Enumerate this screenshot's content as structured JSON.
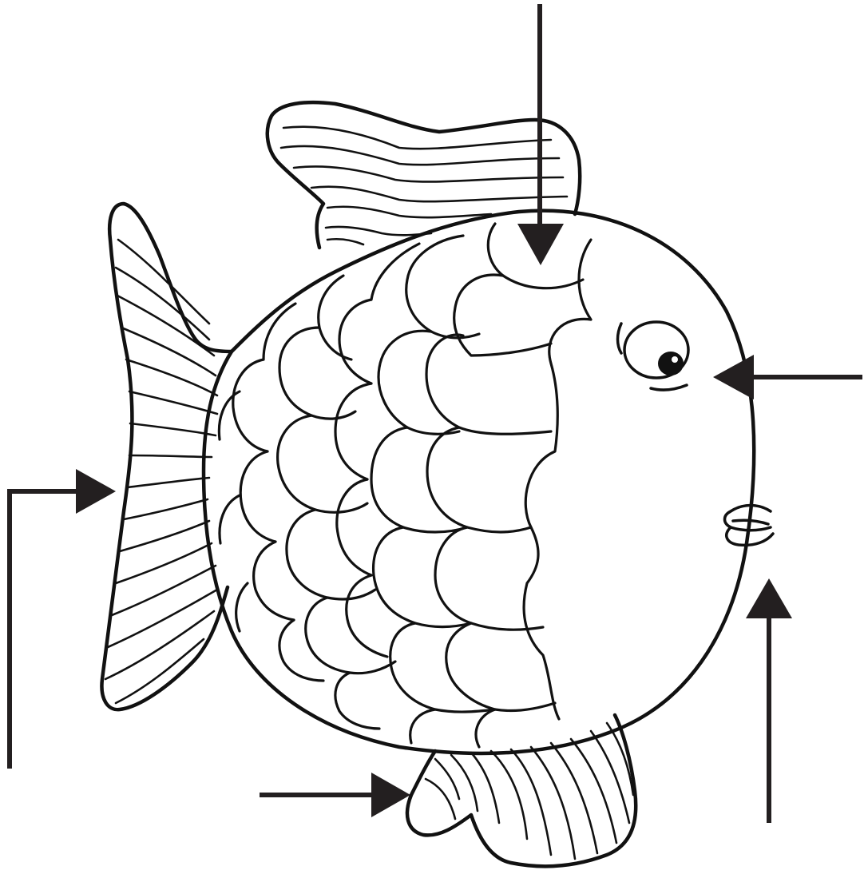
{
  "colors": {
    "background": "#ffffff",
    "line_art": "#111111",
    "arrows": "#231f20"
  },
  "diagram": {
    "subject": "fish-coloring-outline",
    "arrows": [
      {
        "name": "arrow-to-scales-top",
        "direction": "down"
      },
      {
        "name": "arrow-to-eye",
        "direction": "left"
      },
      {
        "name": "arrow-to-tail",
        "direction": "right"
      },
      {
        "name": "arrow-to-bottom-fin",
        "direction": "right"
      },
      {
        "name": "arrow-to-mouth",
        "direction": "up"
      }
    ]
  }
}
